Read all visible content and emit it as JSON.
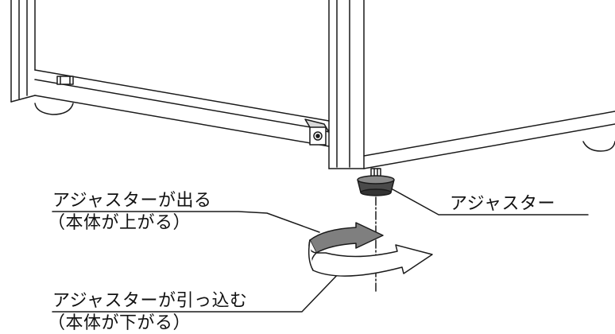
{
  "labels": {
    "extend": "アジャスターが出る",
    "extend_note": "（本体が上がる）",
    "retract": "アジャスターが引っ込む",
    "retract_note": "（本体が下がる）",
    "adjuster": "アジャスター"
  },
  "colors": {
    "line": "#1a1a1a",
    "arrow_dark": "#7f7f7f",
    "arrow_light": "#ffffff",
    "foot_dark": "#4a4a4a",
    "shade": "#d9d9d9"
  }
}
